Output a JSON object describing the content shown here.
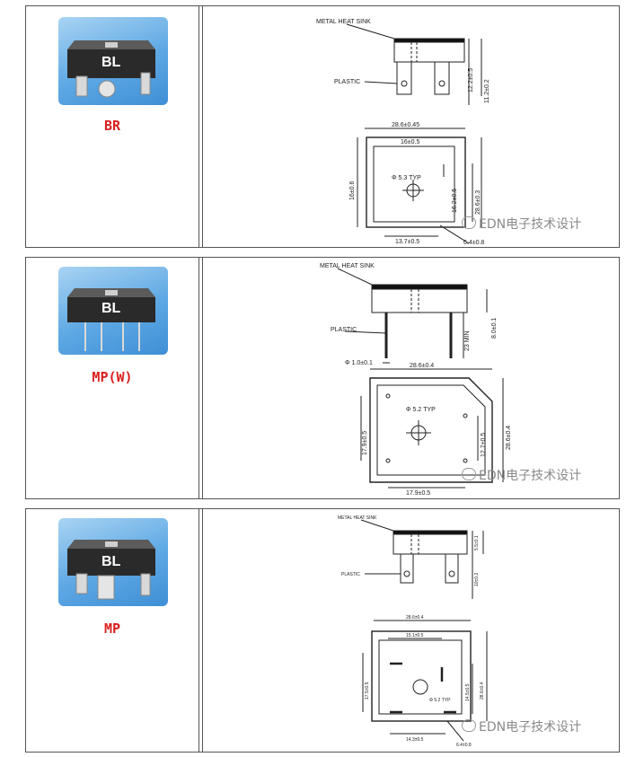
{
  "rows": [
    {
      "caption": "BR",
      "chip_label": "BL",
      "labels": {
        "heat_sink": "METAL HEAT SINK",
        "plastic": "PLASTIC",
        "w_outer": "28.6±0.45",
        "w_inner": "16±0.5",
        "h_side_left": "16±0.6",
        "h_right_a": "12.2±0.5",
        "h_right_b": "11.2±0.2",
        "hole": "Φ 5.3 TYP",
        "h_right_c": "16.2±0.5",
        "h_right_d": "28.6±0.3",
        "bottom": "13.7±0.5",
        "pin": "6.4±0.8"
      },
      "watermark": "EDN电子技术设计"
    },
    {
      "caption": "MP(W)",
      "chip_label": "BL",
      "labels": {
        "heat_sink": "METAL HEAT SINK",
        "plastic": "PLASTIC",
        "lead": "Φ 1.0±0.1",
        "min": "23 MIN",
        "h_right_a": "8.0±0.1",
        "w_outer": "28.6±0.4",
        "hole": "Φ 5.2 TYP",
        "h_side_left": "17.9±0.5",
        "h_right_c": "12.7±0.5",
        "h_right_d": "28.6±0.4",
        "bottom": "17.9±0.5"
      },
      "watermark": "EDN电子技术设计"
    },
    {
      "caption": "MP",
      "chip_label": "BL",
      "labels": {
        "heat_sink": "METAL HEAT SINK",
        "plastic": "PLASTIC",
        "w_outer": "28.6±0.4",
        "w_inner": "15.1±0.5",
        "h_side_left": "17.5±0.5",
        "hole": "Φ 5.2 TYP",
        "h_right_c": "14.5±0.5",
        "h_right_d": "28.6±0.4",
        "bottom": "14.3±0.5",
        "pin": "6.4±0.8",
        "h_right_a": "5.5±0.1",
        "h_right_b": "10±0.2"
      },
      "watermark": "EDN电子技术设计"
    }
  ]
}
